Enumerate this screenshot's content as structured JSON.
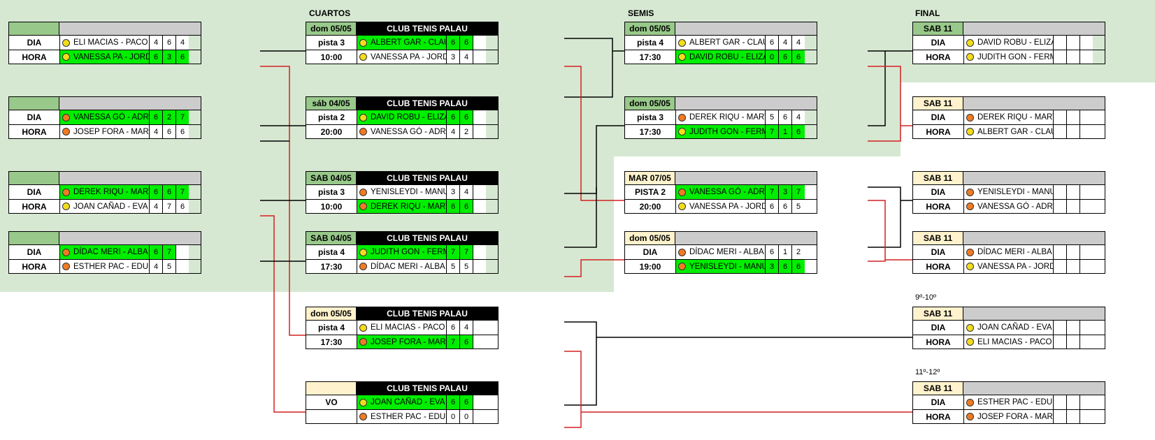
{
  "headers": {
    "cuartos": "CUARTOS",
    "semis": "SEMIS",
    "final": "FINAL",
    "p9": "9º-10º",
    "p11": "11º-12º"
  },
  "matches": [
    {
      "id": "r1a",
      "date": "",
      "court": "",
      "l1": "DIA",
      "l2": "HORA",
      "p1": {
        "name": "ELI MACIAS - PACO LIÉBA",
        "ball": "yellow"
      },
      "p2": {
        "name": "VANESSA PA - JORDI MIRO",
        "ball": "yellow"
      },
      "s1": [
        "4",
        "6",
        "4"
      ],
      "s2": [
        "6",
        "3",
        "6"
      ],
      "winner": 2
    },
    {
      "id": "r1b",
      "date": "",
      "court": "",
      "l1": "DIA",
      "l2": "HORA",
      "p1": {
        "name": "VANESSA GÓ - ADRIA PARE",
        "ball": "orange"
      },
      "p2": {
        "name": "JOSEP FORA - MARY HELEN",
        "ball": "orange"
      },
      "s1": [
        "6",
        "2",
        "7"
      ],
      "s2": [
        "4",
        "6",
        "6"
      ],
      "winner": 1
    },
    {
      "id": "r1c",
      "date": "",
      "court": "",
      "l1": "DIA",
      "l2": "HORA",
      "p1": {
        "name": "DEREK RIQU - MARTA GIME",
        "ball": "orange"
      },
      "p2": {
        "name": "JOAN CAÑAD - EVA PORTEL",
        "ball": "yellow"
      },
      "s1": [
        "6",
        "6",
        "7"
      ],
      "s2": [
        "4",
        "7",
        "6"
      ],
      "winner": 1
    },
    {
      "id": "r1d",
      "date": "",
      "court": "",
      "l1": "DIA",
      "l2": "HORA",
      "p1": {
        "name": "DÍDAC MERI - ALBA PACHE",
        "ball": "orange"
      },
      "p2": {
        "name": "ESTHER PAC - EDU PUERTA",
        "ball": "orange"
      },
      "s1": [
        "6",
        "7",
        ""
      ],
      "s2": [
        "4",
        "5",
        ""
      ],
      "winner": 1
    },
    {
      "id": "qf1",
      "date": "dom 05/05",
      "court": "CLUB TENIS PALAU",
      "l1": "pista 3",
      "l2": "10:00",
      "p1": {
        "name": "ALBERT GAR - CLAUDIA GA",
        "ball": "yellow"
      },
      "p2": {
        "name": "VANESSA PA - JORDI MIRO",
        "ball": "yellow"
      },
      "s1": [
        "6",
        "6",
        ""
      ],
      "s2": [
        "3",
        "4",
        ""
      ],
      "winner": 1
    },
    {
      "id": "qf2",
      "date": "sáb 04/05",
      "court": "CLUB TENIS PALAU",
      "l1": "pista 2",
      "l2": "20:00",
      "p1": {
        "name": "DAVID ROBU - ELIZABETH",
        "ball": "yellow"
      },
      "p2": {
        "name": "VANESSA GÓ - ADRIA PARE",
        "ball": "orange"
      },
      "s1": [
        "6",
        "6",
        ""
      ],
      "s2": [
        "4",
        "2",
        ""
      ],
      "winner": 1
    },
    {
      "id": "qf3",
      "date": "SAB 04/05",
      "court": "CLUB TENIS PALAU",
      "l1": "pista 3",
      "l2": "10:00",
      "p1": {
        "name": "YENISLEYDI - MANUEL H",
        "ball": "orange"
      },
      "p2": {
        "name": "DEREK RIQU - MARTA GIME",
        "ball": "orange"
      },
      "s1": [
        "3",
        "4",
        ""
      ],
      "s2": [
        "6",
        "6",
        ""
      ],
      "winner": 2
    },
    {
      "id": "qf4",
      "date": "SAB 04/05",
      "court": "CLUB TENIS PALAU",
      "l1": "pista 4",
      "l2": "17:30",
      "p1": {
        "name": "JUDITH GON - FERMÍN CAM",
        "ball": "yellow"
      },
      "p2": {
        "name": "DÍDAC MERI - ALBA PACHE",
        "ball": "orange"
      },
      "s1": [
        "7",
        "7",
        ""
      ],
      "s2": [
        "5",
        "5",
        ""
      ],
      "winner": 1
    },
    {
      "id": "cons1",
      "date": "dom 05/05",
      "court": "CLUB TENIS PALAU",
      "l1": "pista 4",
      "l2": "17:30",
      "p1": {
        "name": "ELI MACIAS - PACO LIÉBA",
        "ball": "yellow"
      },
      "p2": {
        "name": "JOSEP FORA - MARY HELEN",
        "ball": "orange"
      },
      "s1": [
        "6",
        "4",
        ""
      ],
      "s2": [
        "7",
        "6",
        ""
      ],
      "winner": 2
    },
    {
      "id": "cons2",
      "date": "",
      "court": "CLUB TENIS PALAU",
      "l1": "VO",
      "l2": "",
      "p1": {
        "name": "JOAN CAÑAD - EVA PORTEL",
        "ball": "yellow"
      },
      "p2": {
        "name": "ESTHER PAC - EDU PUERTA",
        "ball": "orange"
      },
      "s1": [
        "6",
        "6",
        ""
      ],
      "s2": [
        "0",
        "0",
        ""
      ],
      "winner": 1
    },
    {
      "id": "sf1",
      "date": "dom 05/05",
      "court": "",
      "l1": "pista 4",
      "l2": "17:30",
      "p1": {
        "name": "ALBERT GAR - CLAUDIA GA",
        "ball": "yellow"
      },
      "p2": {
        "name": "DAVID ROBU - ELIZABETH",
        "ball": "yellow"
      },
      "s1": [
        "6",
        "4",
        "4"
      ],
      "s2": [
        "0",
        "6",
        "6"
      ],
      "winner": 2
    },
    {
      "id": "sf2",
      "date": "dom 05/05",
      "court": "",
      "l1": "pista 3",
      "l2": "17:30",
      "p1": {
        "name": "DEREK RIQU - MARTA GIME",
        "ball": "orange"
      },
      "p2": {
        "name": "JUDITH GON - FERMÍN CAM",
        "ball": "yellow"
      },
      "s1": [
        "5",
        "6",
        "4"
      ],
      "s2": [
        "7",
        "1",
        "6"
      ],
      "winner": 2
    },
    {
      "id": "sf3",
      "date": "MAR 07/05",
      "court": "",
      "l1": "PISTA 2",
      "l2": "20:00",
      "p1": {
        "name": "VANESSA GÓ - ADRIA PARE",
        "ball": "orange"
      },
      "p2": {
        "name": "VANESSA PA - JORDI MIRO",
        "ball": "yellow"
      },
      "s1": [
        "7",
        "3",
        "7"
      ],
      "s2": [
        "6",
        "6",
        "5"
      ],
      "winner": 1
    },
    {
      "id": "sf4",
      "date": "dom 05/05",
      "court": "",
      "l1": "DIA",
      "l2": "19:00",
      "p1": {
        "name": "DÍDAC MERI - ALBA PACHE",
        "ball": "orange"
      },
      "p2": {
        "name": "YENISLEYDI - MANUEL H",
        "ball": "orange"
      },
      "s1": [
        "6",
        "1",
        "2"
      ],
      "s2": [
        "3",
        "6",
        "6"
      ],
      "winner": 2
    },
    {
      "id": "f1",
      "date": "SAB 11",
      "court": "",
      "l1": "DIA",
      "l2": "HORA",
      "p1": {
        "name": "DAVID ROBU - ELIZABETH",
        "ball": "yellow"
      },
      "p2": {
        "name": "JUDITH GON - FERMÍN CAM",
        "ball": "yellow"
      },
      "s1": [
        "",
        "",
        ""
      ],
      "s2": [
        "",
        "",
        ""
      ],
      "winner": 0
    },
    {
      "id": "f2",
      "date": "SAB 11",
      "court": "",
      "l1": "DIA",
      "l2": "HORA",
      "p1": {
        "name": "DEREK RIQU - MARTA GIME",
        "ball": "orange"
      },
      "p2": {
        "name": "ALBERT GAR - CLAUDIA GA",
        "ball": "yellow"
      },
      "s1": [
        "",
        "",
        ""
      ],
      "s2": [
        "",
        "",
        ""
      ],
      "winner": 0
    },
    {
      "id": "f3",
      "date": "SAB 11",
      "court": "",
      "l1": "DIA",
      "l2": "HORA",
      "p1": {
        "name": "YENISLEYDI - MANUEL H",
        "ball": "orange"
      },
      "p2": {
        "name": "VANESSA GÓ - ADRIA PARE",
        "ball": "orange"
      },
      "s1": [
        "",
        "",
        ""
      ],
      "s2": [
        "",
        "",
        ""
      ],
      "winner": 0
    },
    {
      "id": "f4",
      "date": "SAB 11",
      "court": "",
      "l1": "DIA",
      "l2": "HORA",
      "p1": {
        "name": "DÍDAC MERI - ALBA PACHE",
        "ball": "orange"
      },
      "p2": {
        "name": "VANESSA PA - JORDI MIRO",
        "ball": "yellow"
      },
      "s1": [
        "",
        "",
        ""
      ],
      "s2": [
        "",
        "",
        ""
      ],
      "winner": 0
    },
    {
      "id": "f5",
      "date": "SAB 11",
      "court": "",
      "l1": "DIA",
      "l2": "HORA",
      "p1": {
        "name": "JOAN CAÑAD - EVA PORTEL",
        "ball": "yellow"
      },
      "p2": {
        "name": "ELI MACIAS - PACO LIÉBA",
        "ball": "yellow"
      },
      "s1": [
        "",
        "",
        ""
      ],
      "s2": [
        "",
        "",
        ""
      ],
      "winner": 0
    },
    {
      "id": "f6",
      "date": "SAB 11",
      "court": "",
      "l1": "DIA",
      "l2": "HORA",
      "p1": {
        "name": "ESTHER PAC - EDU PUERTA",
        "ball": "orange"
      },
      "p2": {
        "name": "JOSEP FORA - MARY HELEN",
        "ball": "orange"
      },
      "s1": [
        "",
        "",
        ""
      ],
      "s2": [
        "",
        "",
        ""
      ],
      "winner": 0
    }
  ]
}
